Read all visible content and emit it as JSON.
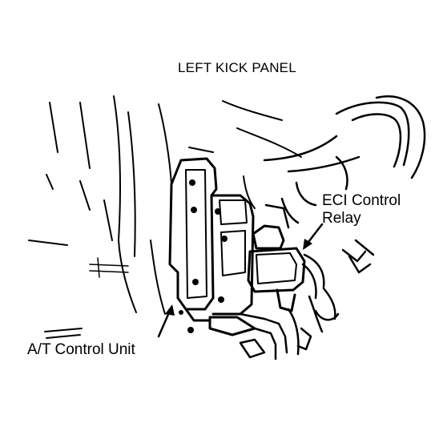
{
  "diagram": {
    "title": "LEFT KICK PANEL",
    "callouts": {
      "eci_control_relay": {
        "line1": "ECI Control",
        "line2": "Relay"
      },
      "at_control_unit": "A/T Control Unit"
    }
  }
}
